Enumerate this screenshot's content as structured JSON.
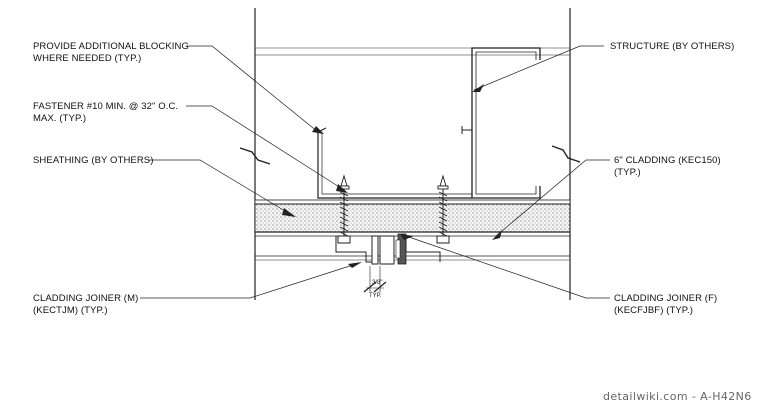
{
  "labels": {
    "blocking": [
      "PROVIDE ADDITIONAL BLOCKING",
      "WHERE NEEDED (TYP.)"
    ],
    "fastener": [
      "FASTENER #10 MIN. @ 32\" O.C.",
      "MAX. (TYP.)"
    ],
    "sheathing": [
      "SHEATHING (BY OTHERS)"
    ],
    "joiner_m": [
      "CLADDING JOINER (M)",
      "(KECTJM) (TYP.)"
    ],
    "structure": [
      "STRUCTURE (BY OTHERS)"
    ],
    "cladding": [
      "6\" CLADDING (KEC150)",
      "(TYP.)"
    ],
    "joiner_f": [
      "CLADDING JOINER (F)",
      "(KECFJBF) (TYP.)"
    ]
  },
  "dimension": {
    "value": "3/8\"",
    "note": "TYP."
  },
  "watermark": "detailwiki.com - A-H42N6",
  "colors": {
    "line": "#222222",
    "hatch": "#777777",
    "watermark": "#666666"
  }
}
